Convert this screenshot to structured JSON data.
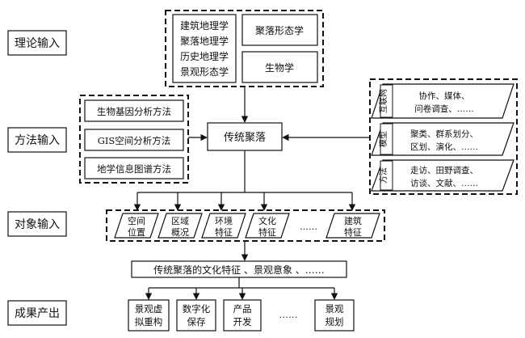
{
  "stages": {
    "theory": "理论输入",
    "method": "方法输入",
    "object": "对象输入",
    "result": "成果产出"
  },
  "theory": {
    "disciplines": [
      "建筑地理学",
      "聚落地理学",
      "历史地理学",
      "景观形态学"
    ],
    "morphology": "聚落形态学",
    "biology": "生物学"
  },
  "methods": [
    "生物基因分析方法",
    "GIS空间分析方法",
    "地学信息图谱方法"
  ],
  "core": "传统聚落",
  "tools": [
    {
      "tag": "互联网",
      "lines": [
        "协作、媒体、",
        "问卷调查、……"
      ]
    },
    {
      "tag": "模型",
      "lines": [
        "聚类、群系划分、",
        "区划、演化、……"
      ]
    },
    {
      "tag": "方法",
      "lines": [
        "走访、田野调查、",
        "访谈、文献、……"
      ]
    }
  ],
  "objects": [
    [
      "空间",
      "位置"
    ],
    [
      "区域",
      "概况"
    ],
    [
      "环境",
      "特征"
    ],
    [
      "文化",
      "特征"
    ],
    [
      "……"
    ],
    [
      "建筑",
      "特征"
    ]
  ],
  "feature_bar": "传统聚落的文化特征 、景观意象 、……",
  "outputs": [
    [
      "景观虚",
      "拟重构"
    ],
    [
      "数字化",
      "保存"
    ],
    [
      "产品",
      "开发"
    ],
    [
      "……"
    ],
    [
      "景观",
      "规划"
    ]
  ]
}
